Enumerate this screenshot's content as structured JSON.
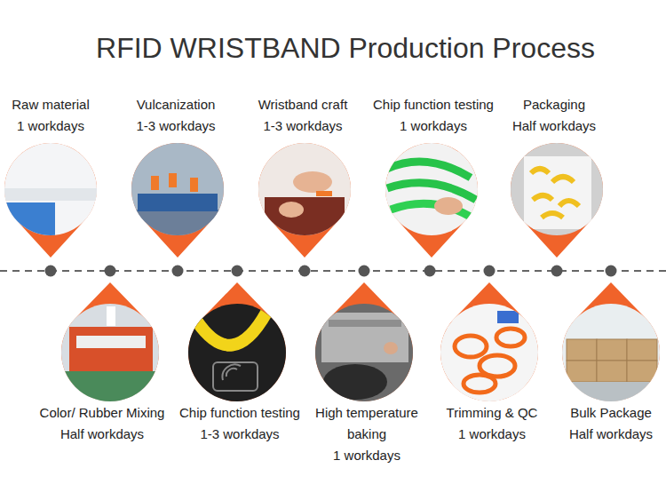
{
  "diagram": {
    "title": "RFID WRISTBAND Production Process",
    "nodes": [
      {
        "text": [
          "Raw material",
          "1 workdays"
        ]
      },
      {
        "text": [
          "Vulcanization",
          "1-3 workdays"
        ]
      },
      {
        "text": [
          "Wristband craft",
          "1-3 workdays"
        ]
      },
      {
        "text": [
          "Chip function testing",
          "1 workdays"
        ]
      },
      {
        "text": [
          "Packaging",
          "Half workdays"
        ]
      },
      {
        "text": [
          "Color/ Rubber Mixing",
          "Half workdays"
        ]
      },
      {
        "text": [
          "Chip function testing",
          "1-3 workdays"
        ]
      },
      {
        "text": [
          "High temperature baking",
          "1 workdays"
        ]
      },
      {
        "text": [
          "Trimming & QC",
          "1 workdays"
        ]
      },
      {
        "text": [
          "Bulk Package",
          "Half workdays"
        ]
      }
    ]
  }
}
